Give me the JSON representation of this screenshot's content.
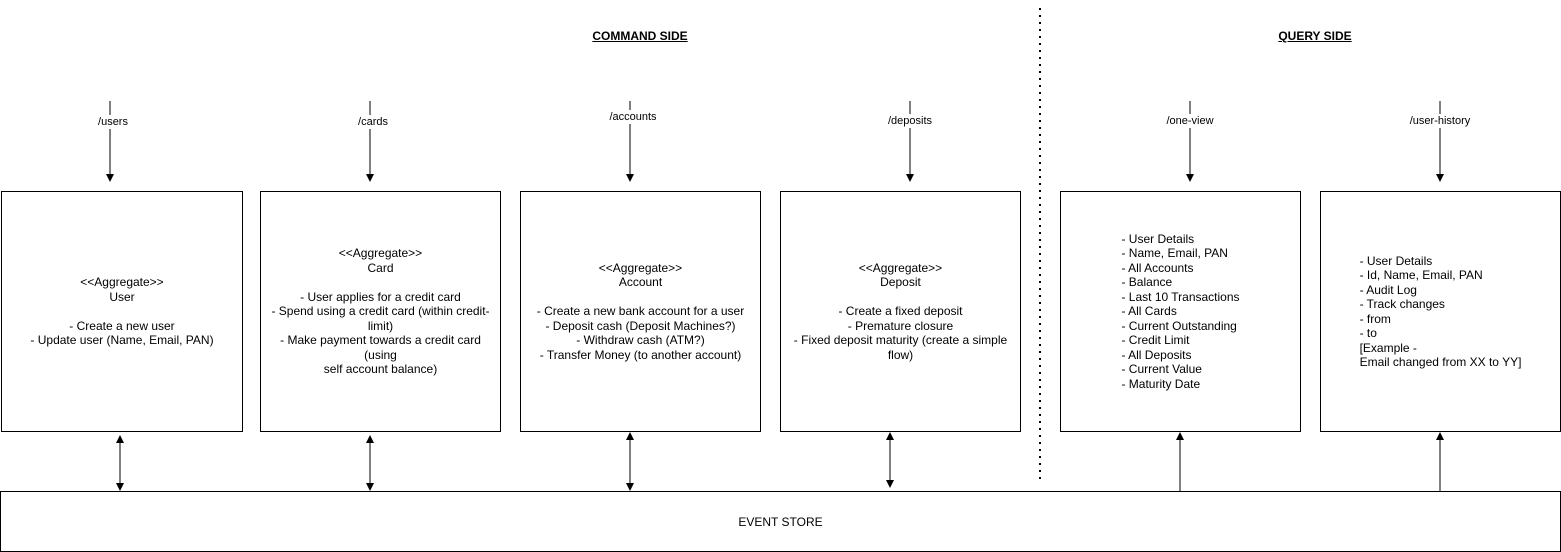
{
  "headings": {
    "command": "COMMAND SIDE",
    "query": "QUERY SIDE"
  },
  "endpoints": {
    "users": "/users",
    "cards": "/cards",
    "accounts": "/accounts",
    "deposits": "/deposits",
    "one_view": "/one-view",
    "user_history": "/user-history"
  },
  "boxes": {
    "user": "<<Aggregate>>\nUser\n\n- Create a new user\n- Update user (Name, Email, PAN)",
    "card": "<<Aggregate>>\nCard\n\n- User applies for a credit card\n- Spend using a credit card (within credit-\nlimit)\n- Make payment towards a credit card (using\nself account balance)",
    "account": "<<Aggregate>>\nAccount\n\n- Create a new bank account for a user\n- Deposit cash (Deposit Machines?)\n- Withdraw cash (ATM?)\n- Transfer Money (to another account)",
    "deposit": "<<Aggregate>>\nDeposit\n\n- Create a fixed deposit\n- Premature closure\n- Fixed deposit maturity (create a simple\nflow)",
    "one_view": "- User Details\n        - Name, Email, PAN\n- All Accounts\n        - Balance\n        - Last 10 Transactions\n- All Cards\n        - Current Outstanding\n        - Credit Limit\n- All Deposits\n        - Current Value\n        - Maturity Date",
    "user_history": "- User Details\n    - Id, Name, Email, PAN\n- Audit Log\n    - Track changes\n        - from\n        - to\n[Example -\nEmail changed from XX to YY]"
  },
  "event_store": "EVENT STORE"
}
